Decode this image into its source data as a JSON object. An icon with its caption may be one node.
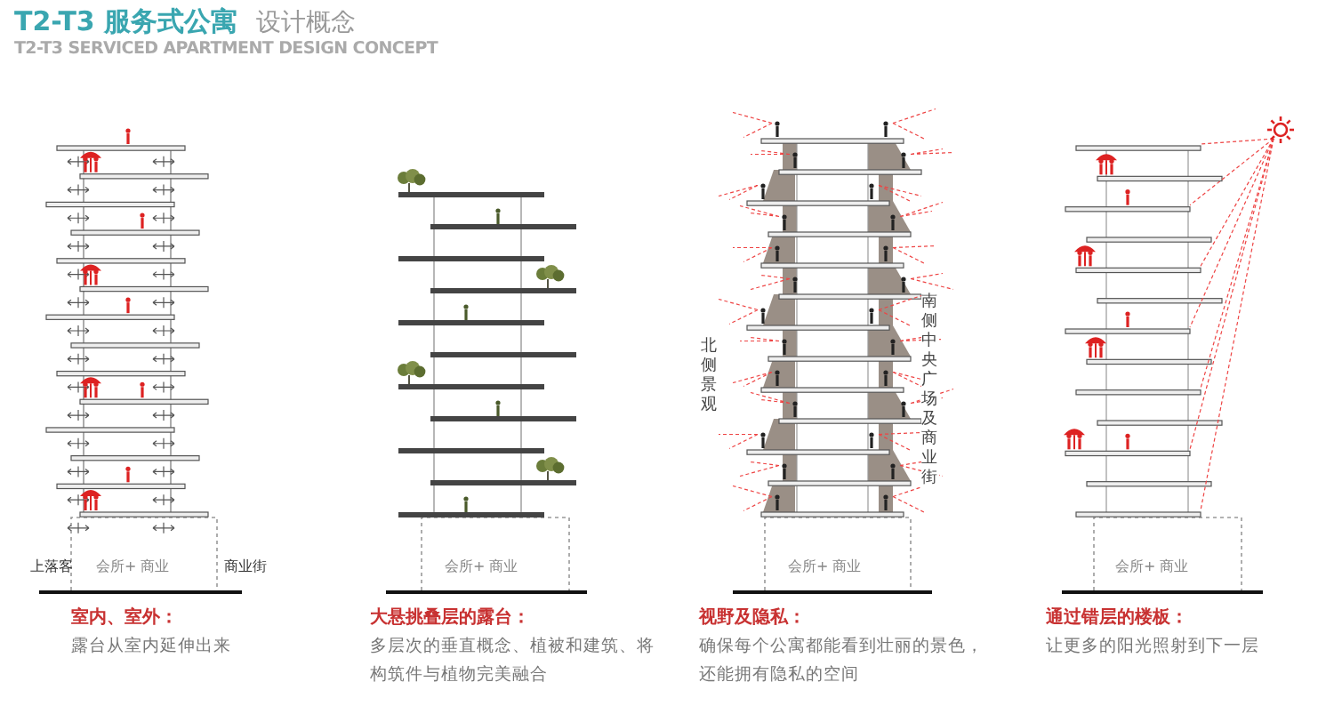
{
  "diagram": {
    "title": "T2-T3 服务式公寓",
    "labels": [
      "设计概念",
      "T2-T3 SERVICED APARTMENT DESIGN CONCEPT",
      "上落客",
      "会所+ 商业",
      "商业街",
      "会所+ 商业",
      "北侧景观",
      "南侧中央广场及商业街",
      "会所+ 商业",
      "会所+ 商业",
      "室内、室外：",
      "露台从室内延伸出来",
      "大悬挑叠层的露台：",
      "多层次的垂直概念、植被和建筑、将构筑件与植物完美融合",
      "视野及隐私：",
      "确保每个公寓都能看到壮丽的景色，还能拥有隐私的空间",
      "通过错层的楼板：",
      "让更多的阳光照射到下一层"
    ]
  }
}
